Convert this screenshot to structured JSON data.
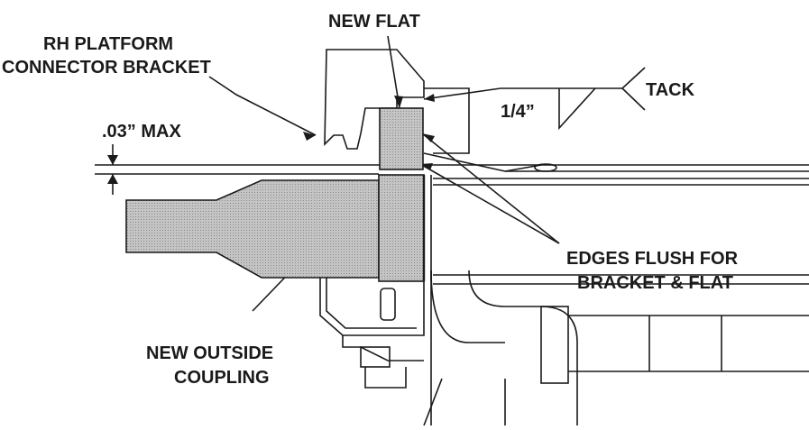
{
  "labels": {
    "new_flat": "NEW FLAT",
    "rh_platform_line1": "RH PLATFORM",
    "rh_platform_line2": "CONNECTOR BRACKET",
    "tack": "TACK",
    "quarter_inch": "1/4”",
    "max_gap": ".03” MAX",
    "edges_flush_line1": "EDGES FLUSH FOR",
    "edges_flush_line2": "BRACKET & FLAT",
    "new_outside_line1": "NEW OUTSIDE",
    "new_outside_line2": "COUPLING"
  },
  "colors": {
    "line": "#1a1a1a",
    "shaded_part": "#b9b9b9",
    "background": "#ffffff"
  }
}
